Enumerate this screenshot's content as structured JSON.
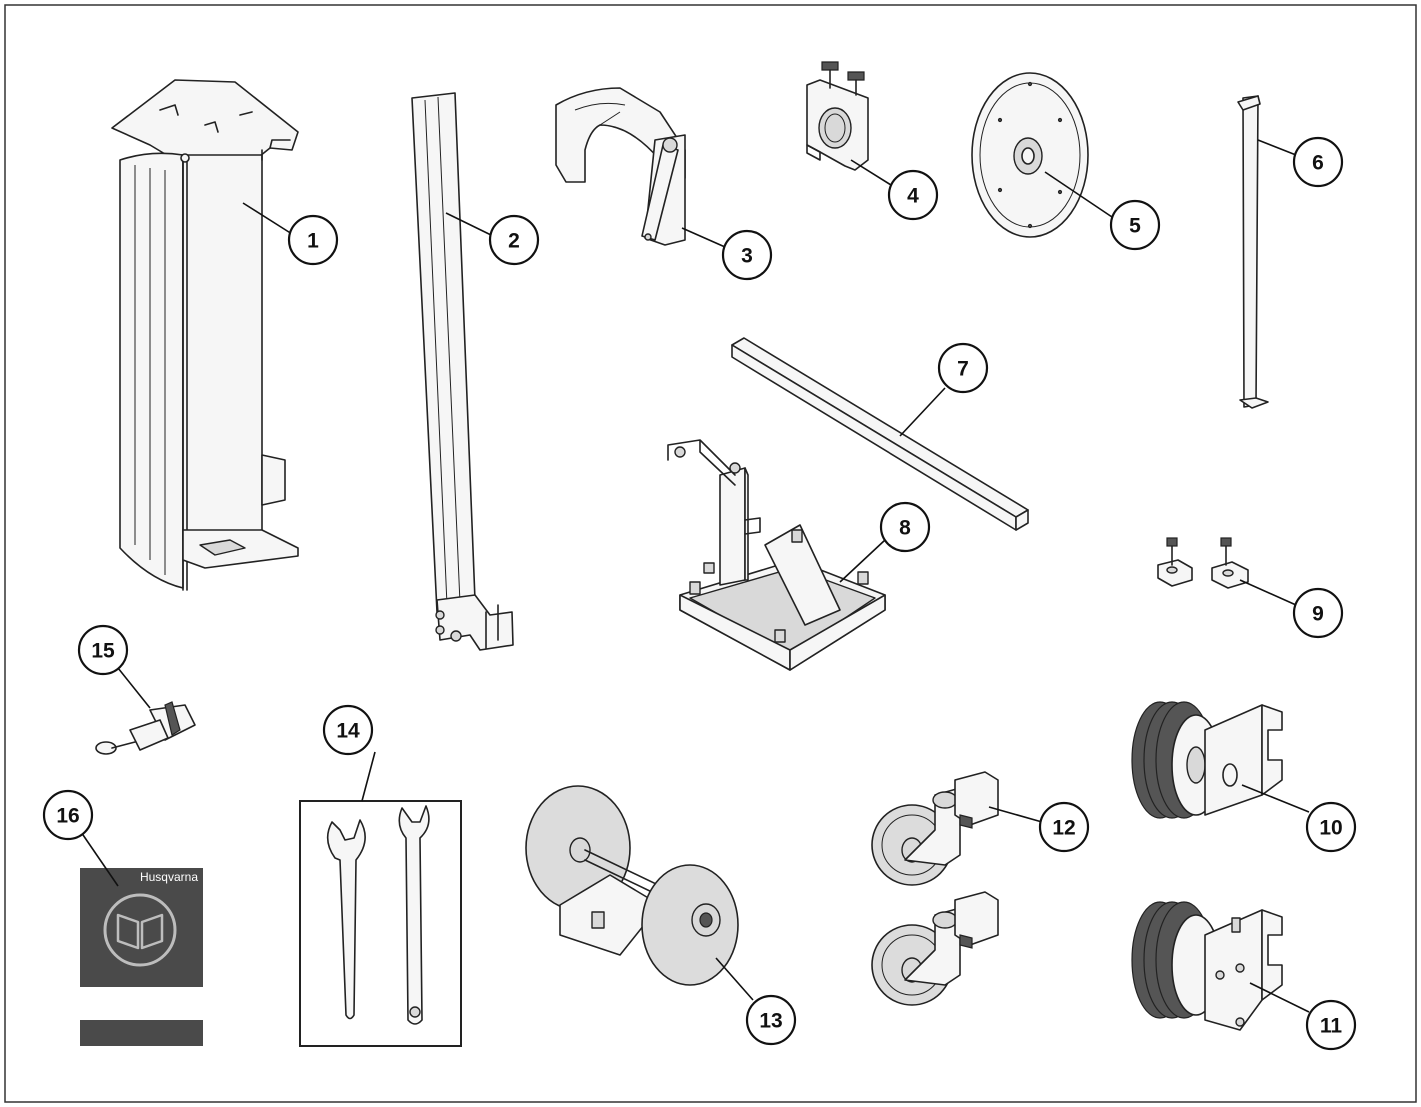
{
  "figure": {
    "callouts": [
      {
        "id": "1",
        "label": "1"
      },
      {
        "id": "2",
        "label": "2"
      },
      {
        "id": "3",
        "label": "3"
      },
      {
        "id": "4",
        "label": "4"
      },
      {
        "id": "5",
        "label": "5"
      },
      {
        "id": "6",
        "label": "6"
      },
      {
        "id": "7",
        "label": "7"
      },
      {
        "id": "8",
        "label": "8"
      },
      {
        "id": "9",
        "label": "9"
      },
      {
        "id": "10",
        "label": "10"
      },
      {
        "id": "11",
        "label": "11"
      },
      {
        "id": "12",
        "label": "12"
      },
      {
        "id": "13",
        "label": "13"
      },
      {
        "id": "14",
        "label": "14"
      },
      {
        "id": "15",
        "label": "15"
      },
      {
        "id": "16",
        "label": "16"
      }
    ],
    "manual": {
      "brand": "Husqvarna",
      "icon": "book-icon"
    },
    "colors": {
      "line": "#222222",
      "manual_cover": "#4a4a4a",
      "frame": "#333333"
    }
  }
}
